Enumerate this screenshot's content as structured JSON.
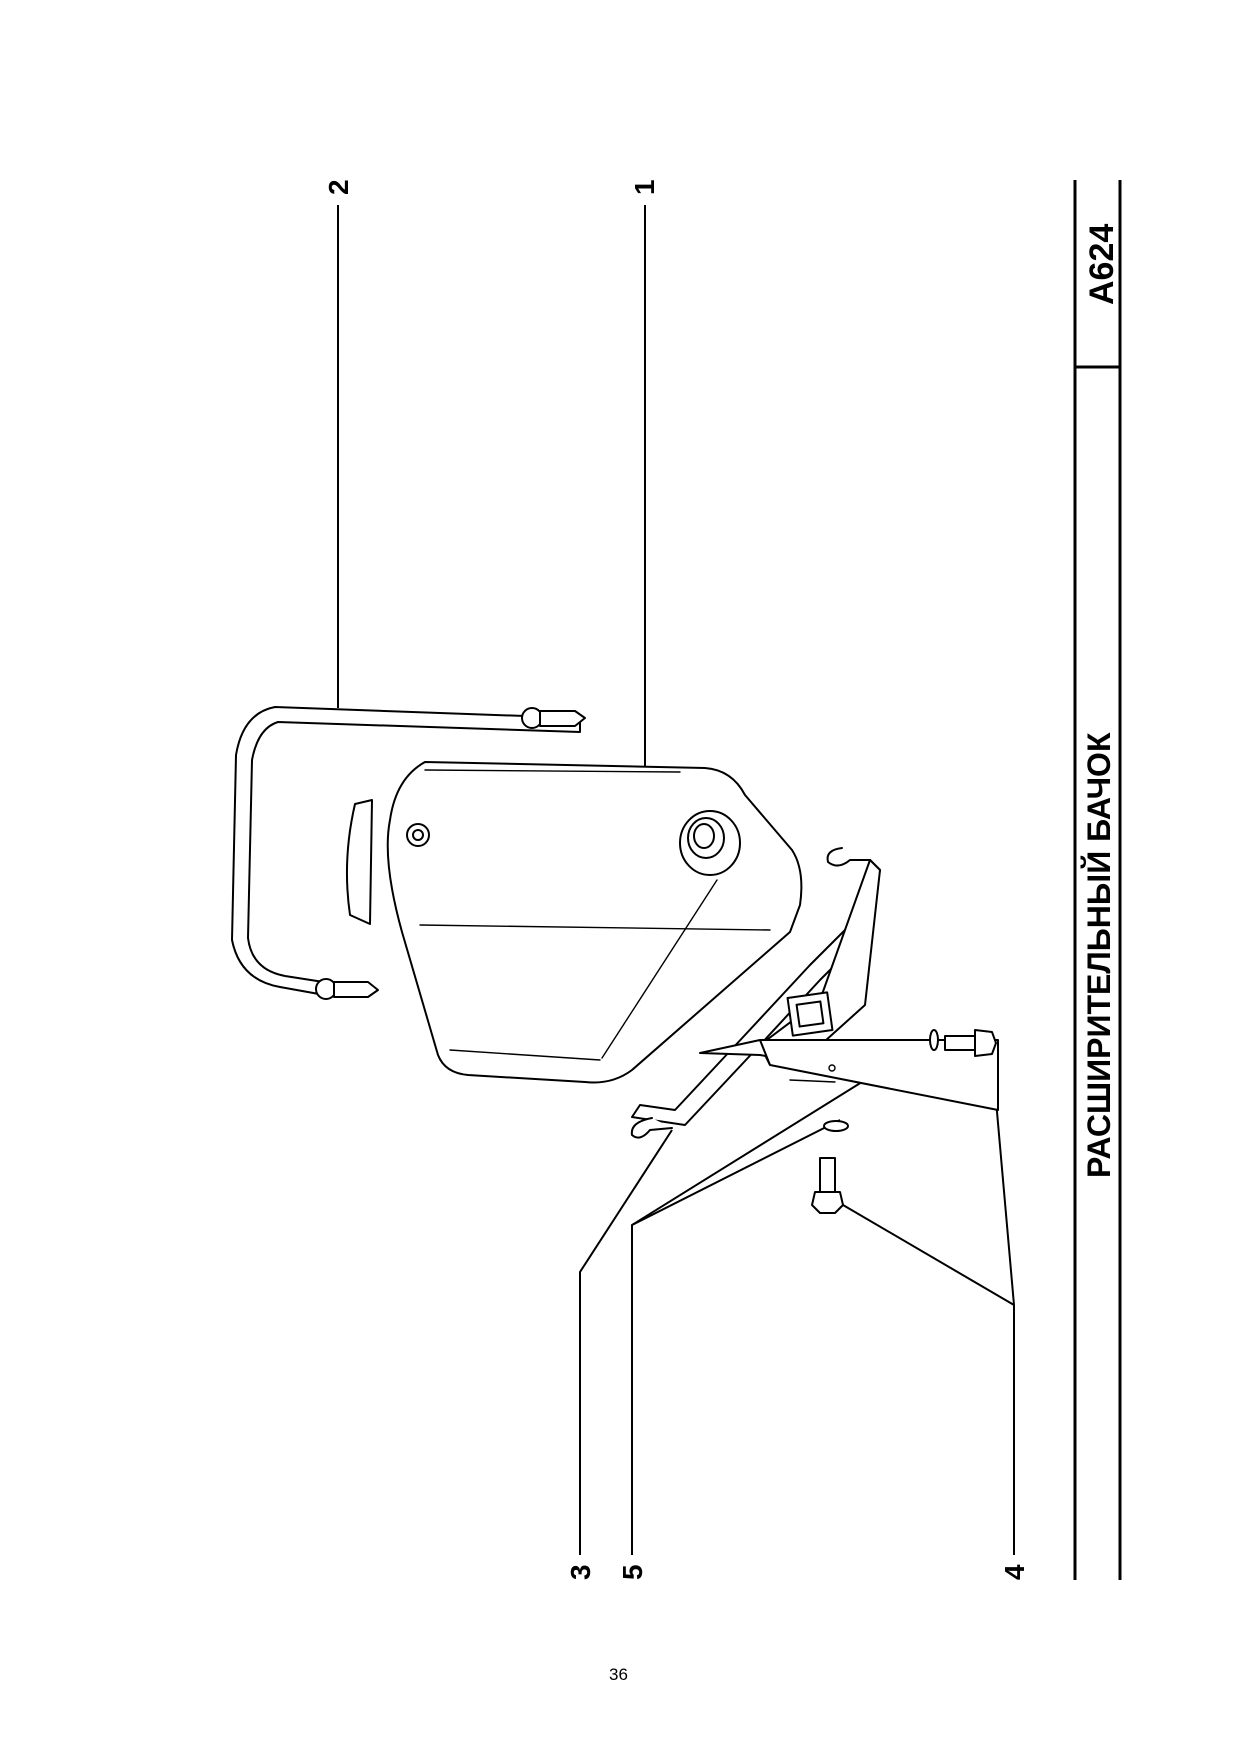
{
  "title": "РАСШИРИТЕЛЬНЫЙ БАЧОК",
  "code": "А624",
  "page_number": "36",
  "callouts": [
    {
      "id": "1",
      "label": "1"
    },
    {
      "id": "2",
      "label": "2"
    },
    {
      "id": "3",
      "label": "3"
    },
    {
      "id": "4",
      "label": "4"
    },
    {
      "id": "5",
      "label": "5"
    }
  ]
}
